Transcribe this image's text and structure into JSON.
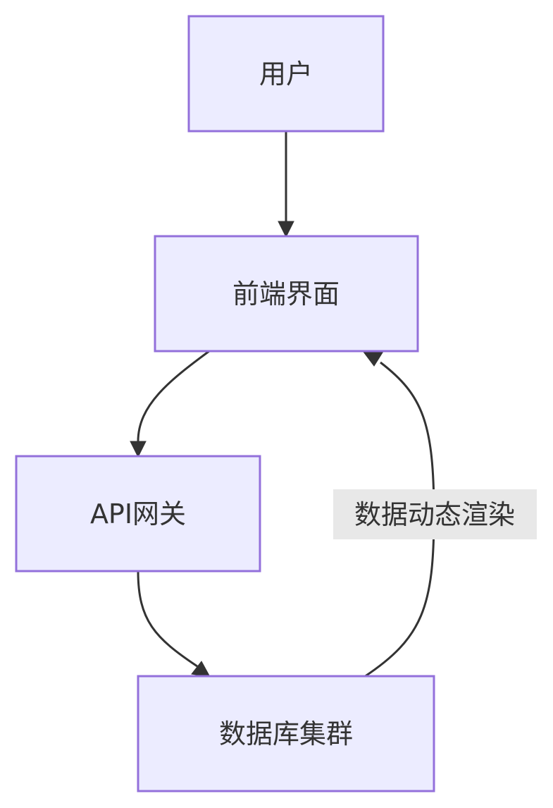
{
  "nodes": {
    "user": {
      "label": "用户"
    },
    "frontend": {
      "label": "前端界面"
    },
    "gateway": {
      "label": "API网关"
    },
    "database": {
      "label": "数据库集群"
    }
  },
  "edges": {
    "user_to_frontend": {
      "from": "用户",
      "to": "前端界面",
      "label": ""
    },
    "frontend_to_gateway": {
      "from": "前端界面",
      "to": "API网关",
      "label": ""
    },
    "gateway_to_database": {
      "from": "API网关",
      "to": "数据库集群",
      "label": ""
    },
    "database_to_frontend": {
      "from": "数据库集群",
      "to": "前端界面",
      "label": "数据动态渲染"
    }
  },
  "colors": {
    "node_fill": "#ECECFF",
    "node_border": "#9370DB",
    "edge": "#333333",
    "edge_label_background": "#e8e8e8",
    "text": "#333333"
  }
}
